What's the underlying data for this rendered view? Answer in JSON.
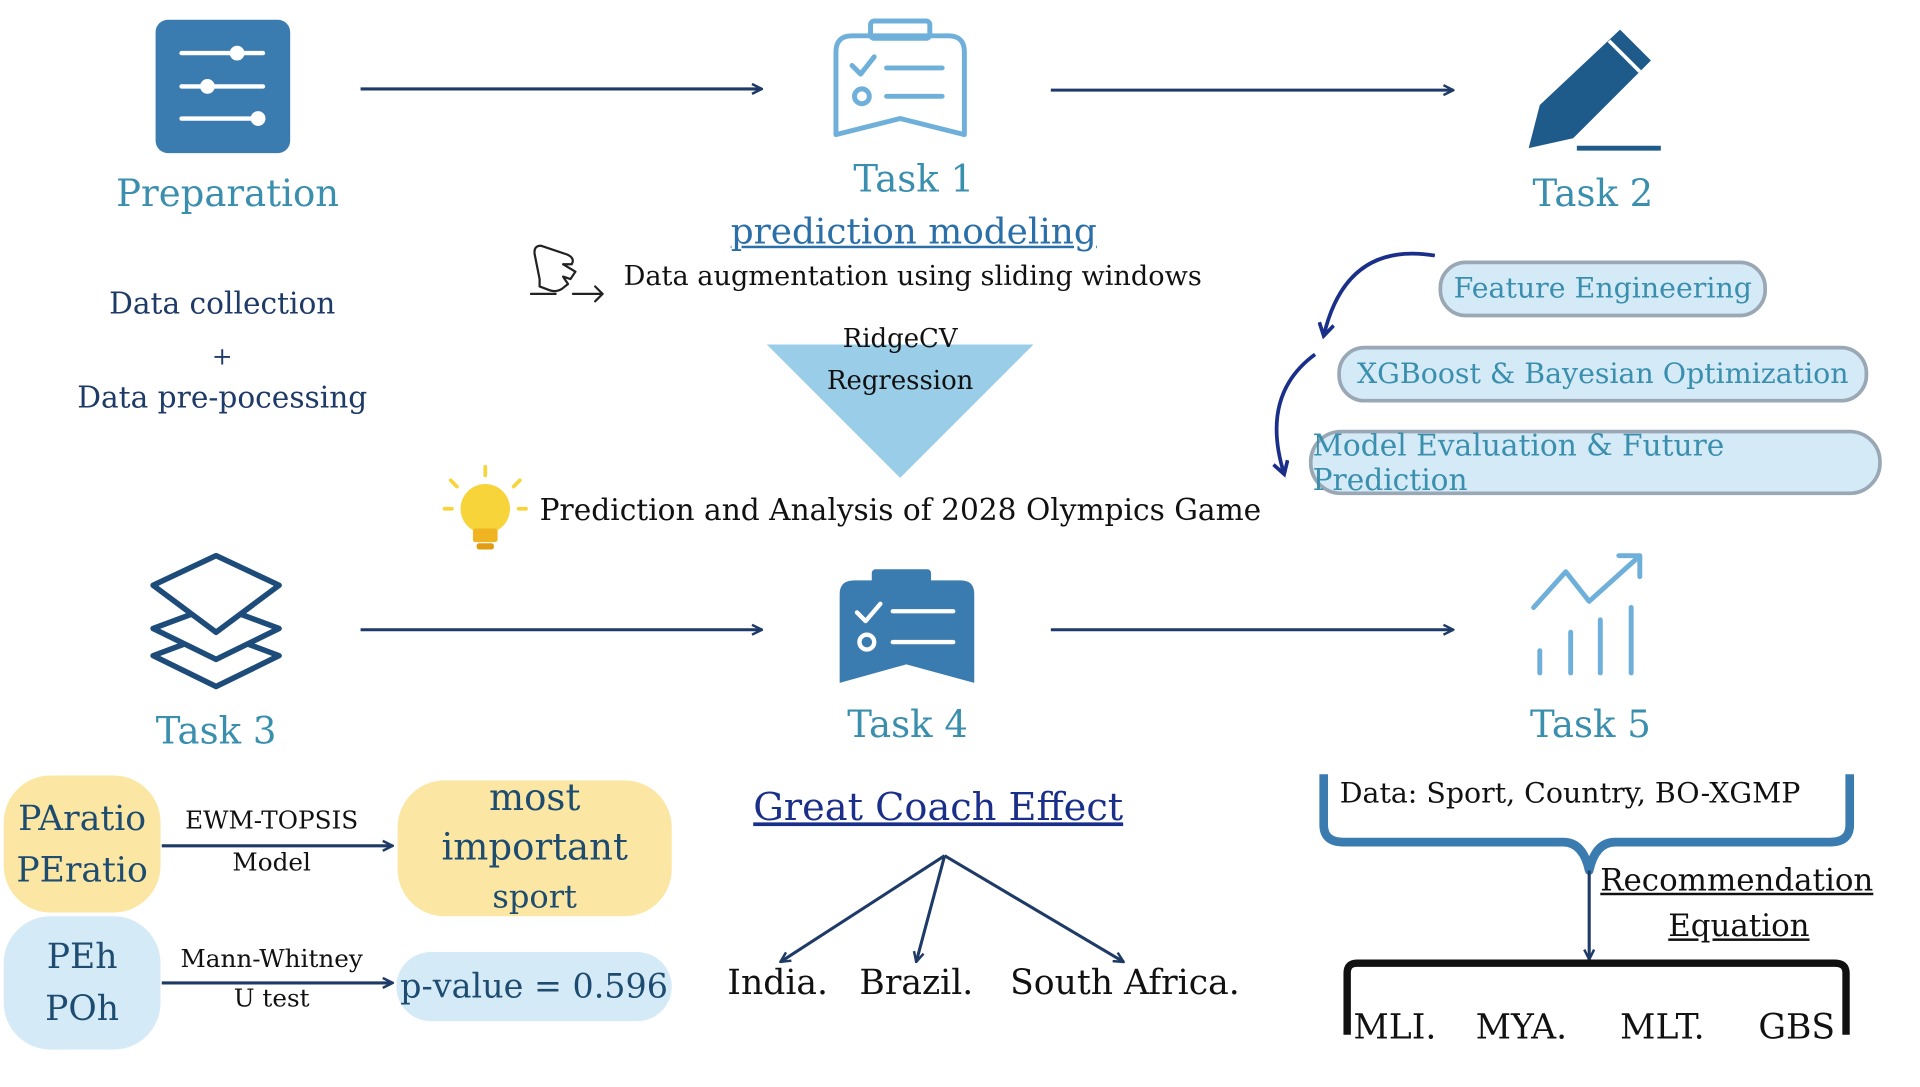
{
  "preparation": {
    "title": "Preparation",
    "step1": "Data collection",
    "plus": "+",
    "step2": "Data pre-pocessing"
  },
  "task1": {
    "title": "Task 1",
    "subtitle": "prediction modeling",
    "note": "Data augmentation using sliding windows",
    "model_line1": "RidgeCV",
    "model_line2": "Regression",
    "result": "Prediction and Analysis of 2028 Olympics Game"
  },
  "task2": {
    "title": "Task 2",
    "steps": [
      "Feature Engineering",
      "XGBoost & Bayesian Optimization",
      "Model Evaluation & Future Prediction"
    ]
  },
  "task3": {
    "title": "Task 3",
    "inputs1_line1": "PAratio",
    "inputs1_line2": "PEratio",
    "method1_line1": "EWM-TOPSIS",
    "method1_line2": "Model",
    "output1_line1": "most important",
    "output1_line2": "sport",
    "inputs2_line1": "PEh",
    "inputs2_line2": "POh",
    "method2_line1": "Mann-Whitney",
    "method2_line2": "U test",
    "output2": "p-value = 0.596"
  },
  "task4": {
    "title": "Task 4",
    "subtitle": "Great Coach Effect",
    "countries": [
      "India.",
      "Brazil.",
      "South Africa."
    ]
  },
  "task5": {
    "title": "Task 5",
    "data_line": "Data:  Sport, Country, BO-XGMP",
    "rec_line1": "Recommendation",
    "rec_line2": "Equation",
    "codes": [
      "MLI.",
      "MYA.",
      "MLT.",
      "GBS"
    ]
  },
  "colors": {
    "navy": "#1e3a66",
    "teal": "#3a8fae",
    "icon_dark": "#3a7bb0",
    "icon_light": "#6fb0db",
    "triangle": "#9acde8",
    "yellow": "#fbe7a3",
    "light_blue": "#d5eaf7"
  },
  "icons": [
    "sliders-icon",
    "clipboard-checklist-icon",
    "pencil-icon",
    "hand-pointer-icon",
    "lightbulb-icon",
    "layers-icon",
    "clipboard-icon",
    "growth-chart-icon"
  ]
}
